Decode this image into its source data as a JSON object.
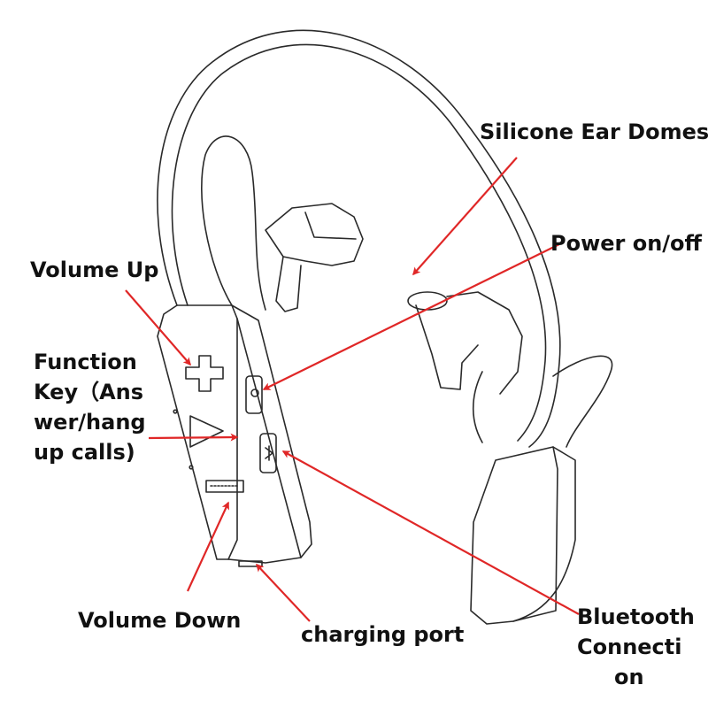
{
  "colors": {
    "arrow": "#e02727",
    "line": "#2a2a2a",
    "text": "#111111"
  },
  "labels": {
    "silicone_ear_domes": "Silicone Ear Domes",
    "power_on_off": "Power on/off",
    "volume_up": "Volume Up",
    "function_key": [
      "Function",
      "Key（Ans",
      "wer/hang",
      "up calls)"
    ],
    "volume_down": "Volume Down",
    "charging_port": "charging port",
    "bluetooth_connection": [
      "Bluetooth",
      "Connecti",
      "on"
    ]
  },
  "icons": {
    "plus_button": "plus-icon",
    "play_button": "play-triangle-icon",
    "minus_button": "minus-slot-icon",
    "power_button": "power-icon",
    "bluetooth_button": "bluetooth-icon"
  }
}
